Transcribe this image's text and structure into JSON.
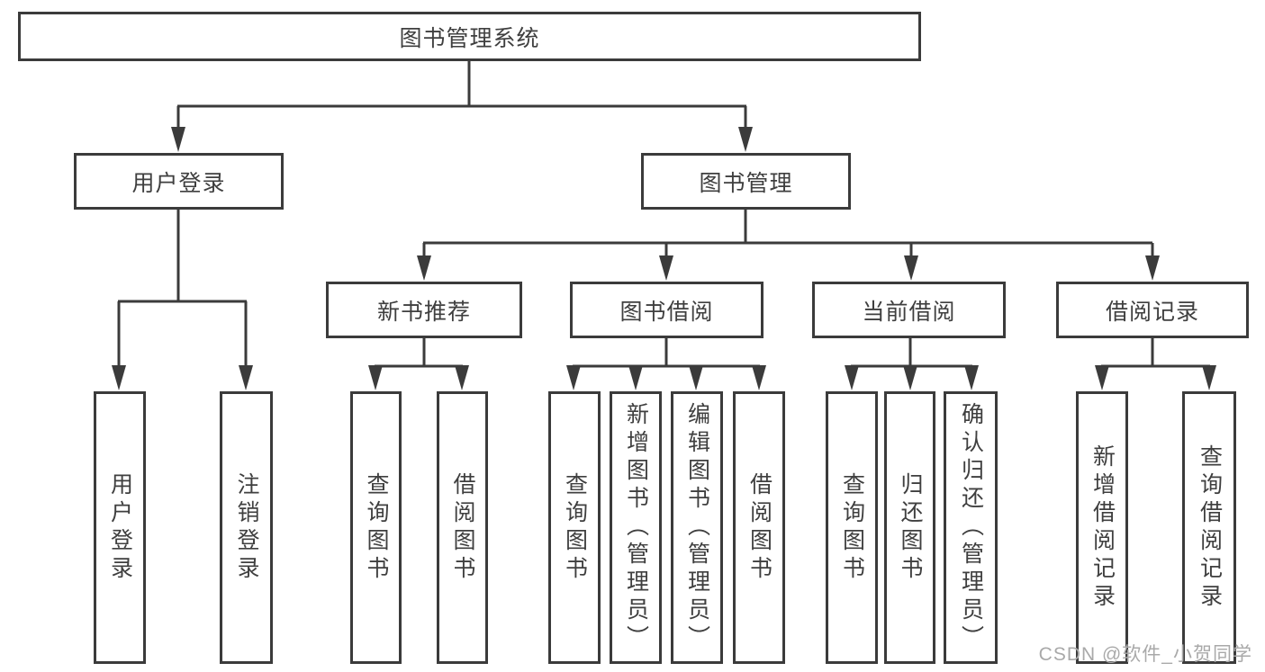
{
  "diagram": {
    "root": "图书管理系统",
    "branches": {
      "user_login": "用户登录",
      "book_mgmt": "图书管理",
      "new_books": "新书推荐",
      "book_borrow": "图书借阅",
      "current_borrow": "当前借阅",
      "borrow_records": "借阅记录"
    },
    "leaves": {
      "login": "用户登录",
      "logout": "注销登录",
      "nb_query": "查询图书",
      "nb_borrow": "借阅图书",
      "bb_query": "查询图书",
      "bb_add": "新增图书（管理员）",
      "bb_edit": "编辑图书（管理员）",
      "bb_borrow": "借阅图书",
      "cb_query": "查询图书",
      "cb_return": "归还图书",
      "cb_confirm": "确认归还（管理员）",
      "br_add": "新增借阅记录",
      "br_query": "查询借阅记录"
    }
  },
  "watermark": "CSDN @软件_小贺同学",
  "colors": {
    "line": "#3b3b3b",
    "text": "#3f3f3f",
    "watermark": "#a9a9a9",
    "background": "#ffffff"
  }
}
